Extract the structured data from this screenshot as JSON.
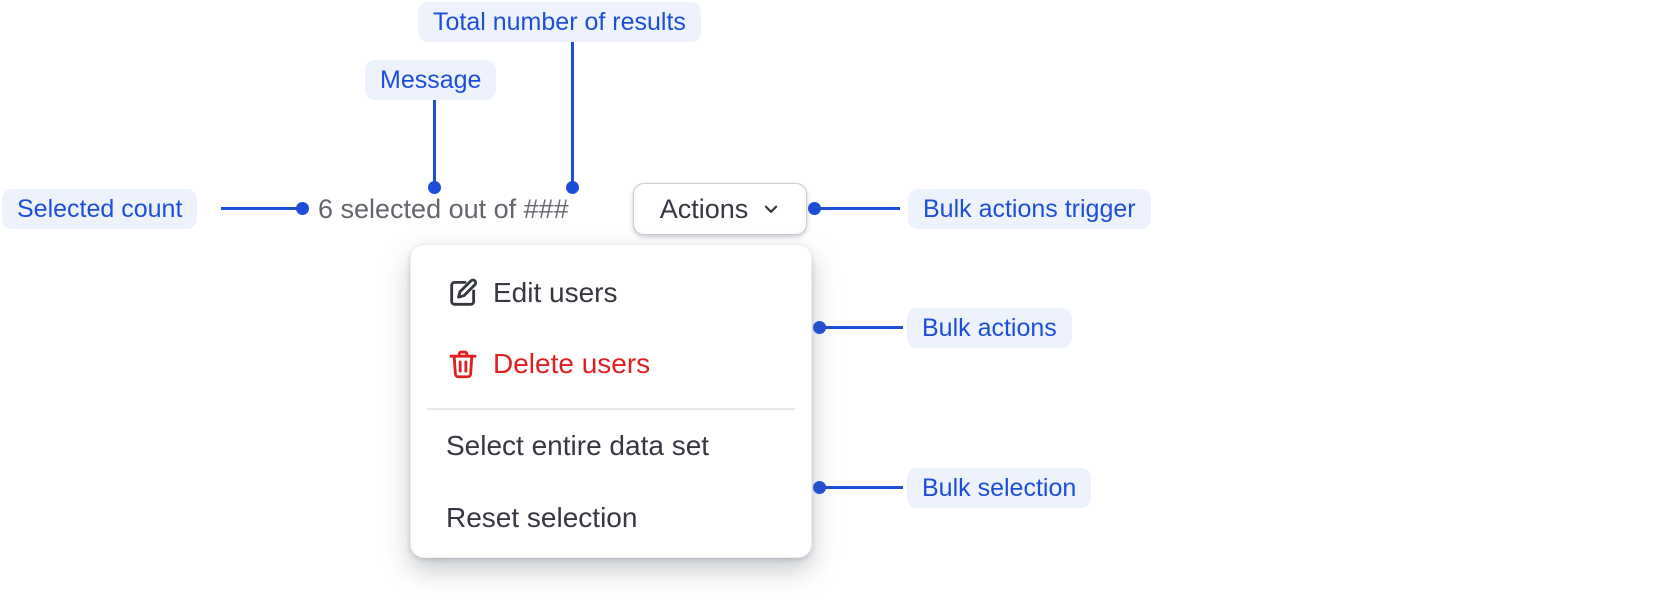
{
  "colors": {
    "annotation_blue": "#1d4ed8",
    "annotation_pill_bg": "#edf2fd",
    "muted_message_text": "#64666d",
    "dark_text": "#353840",
    "danger_red": "#e02020",
    "panel_bg": "#ffffff"
  },
  "annotations": {
    "total_results": {
      "label": "Total number of results"
    },
    "message": {
      "label": "Message"
    },
    "selected_count": {
      "label": "Selected count"
    },
    "bulk_actions_trigger": {
      "label": "Bulk actions trigger"
    },
    "bulk_actions": {
      "label": "Bulk actions"
    },
    "bulk_selection": {
      "label": "Bulk selection"
    }
  },
  "toolbar": {
    "message": "6 selected out of ###",
    "selected_count_value": "6",
    "total_results_placeholder": "###",
    "actions_button": {
      "label": "Actions",
      "icon": "chevron-down-icon"
    }
  },
  "menu": {
    "items": [
      {
        "label": "Edit users",
        "icon": "edit-icon",
        "variant": "default"
      },
      {
        "label": "Delete users",
        "icon": "trash-icon",
        "variant": "danger"
      },
      {
        "label": "Select entire data set",
        "variant": "default"
      },
      {
        "label": "Reset selection",
        "variant": "default"
      }
    ]
  }
}
